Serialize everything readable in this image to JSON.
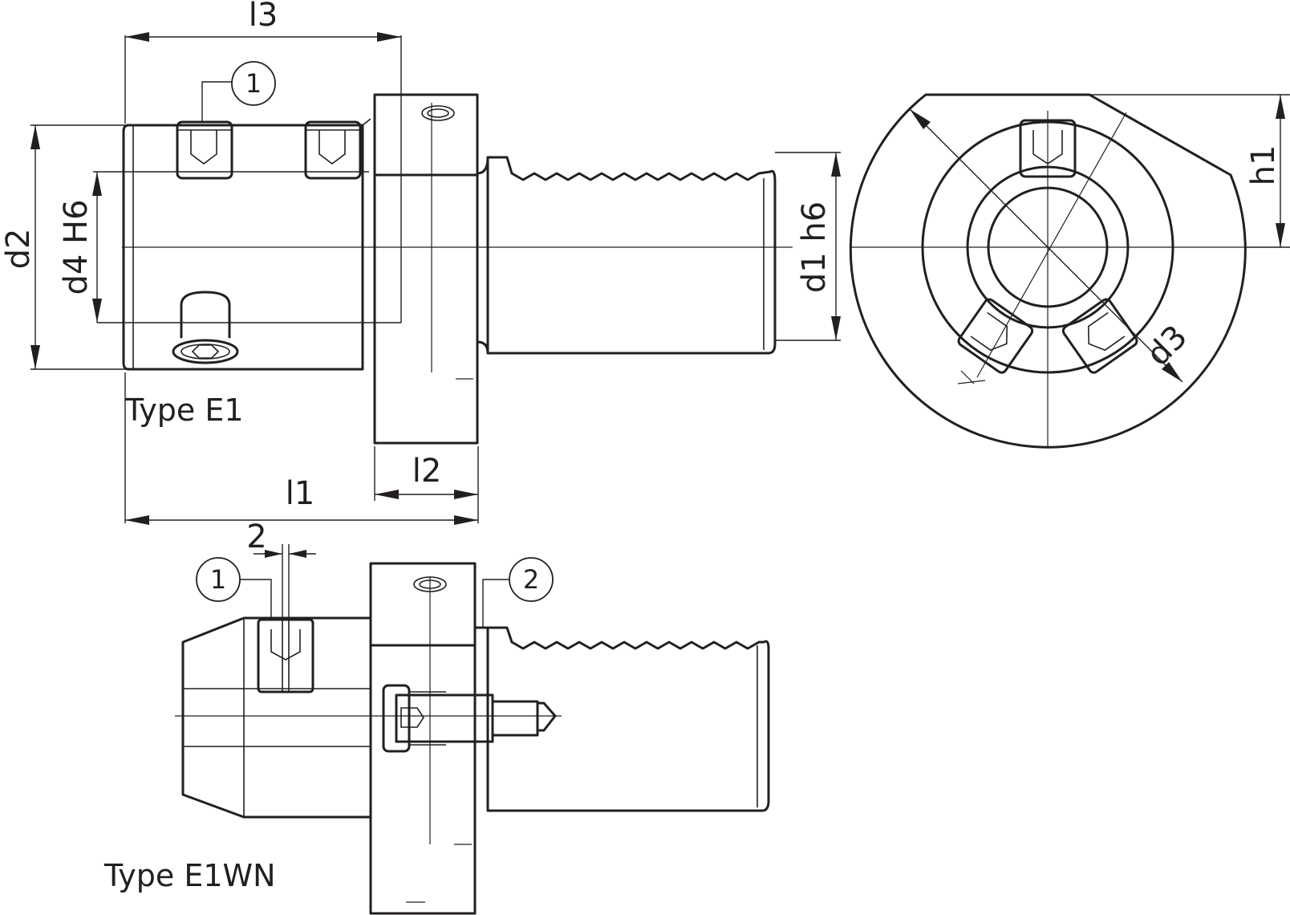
{
  "dimensions": {
    "l3": "l3",
    "l1": "l1",
    "l2": "l2",
    "d2": "d2",
    "d4": "d4 H6",
    "d1": "d1 h6",
    "h1": "h1",
    "d3": "d3",
    "offset": "2"
  },
  "views": {
    "e1_title": "Type E1",
    "e1wn_title": "Type E1WN"
  },
  "balloons": {
    "screw_e1": "1",
    "screw_e1wn": "1",
    "coolant_e1wn": "2"
  },
  "colors": {
    "ink": "#231f20",
    "paper": "#ffffff"
  }
}
